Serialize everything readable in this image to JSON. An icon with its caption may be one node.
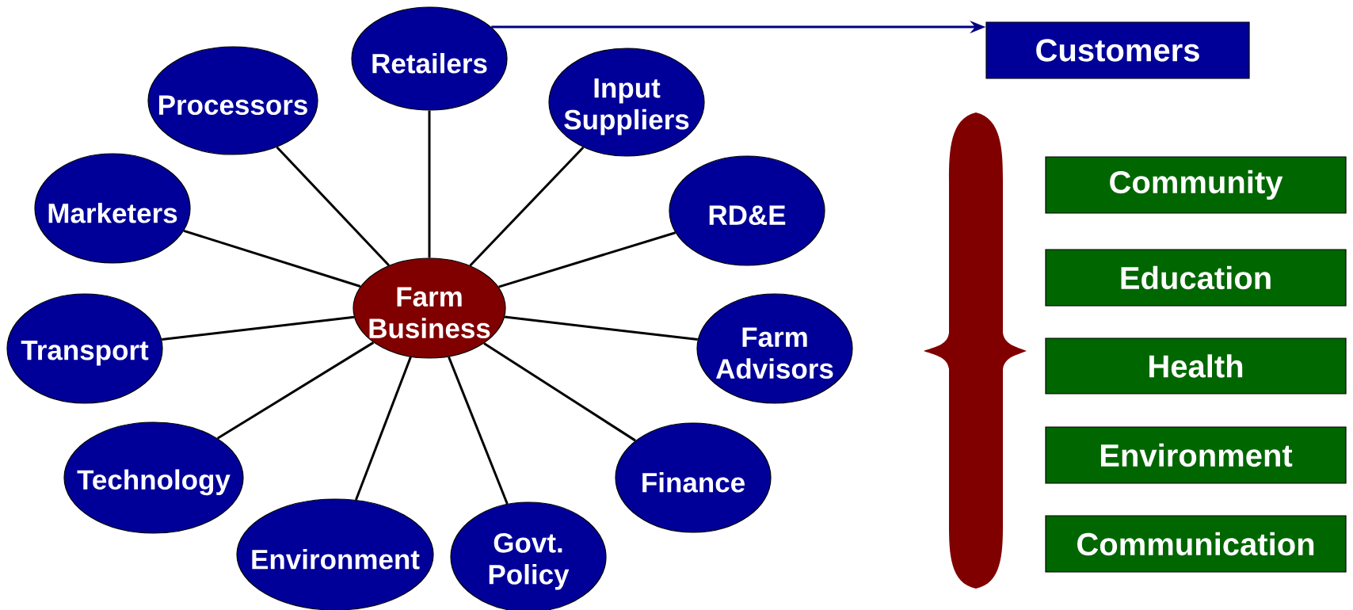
{
  "diagram": {
    "nodes": [
      {
        "text": [
          "Retailers"
        ]
      },
      {
        "text": [
          "Processors"
        ]
      },
      {
        "text": [
          "Input Suppliers"
        ]
      },
      {
        "text": [
          "Marketers"
        ]
      },
      {
        "text": [
          "RD&E"
        ]
      },
      {
        "text": [
          "Farm Business"
        ]
      },
      {
        "text": [
          "Transport"
        ]
      },
      {
        "text": [
          "Farm Advisors"
        ]
      },
      {
        "text": [
          "Technology"
        ]
      },
      {
        "text": [
          "Finance"
        ]
      },
      {
        "text": [
          "Environment"
        ]
      },
      {
        "text": [
          "Govt. Policy"
        ]
      },
      {
        "text": [
          "Customers"
        ]
      },
      {
        "text": [
          "Community"
        ]
      },
      {
        "text": [
          "Education"
        ]
      },
      {
        "text": [
          "Health"
        ]
      },
      {
        "text": [
          "Environment"
        ]
      },
      {
        "text": [
          "Communication"
        ]
      },
      {
        "text": [],
        "shape": "brace"
      }
    ],
    "edges": [
      {
        "from": 5,
        "to": 0,
        "arrow": "none"
      },
      {
        "from": 5,
        "to": 1,
        "arrow": "none"
      },
      {
        "from": 5,
        "to": 2,
        "arrow": "none"
      },
      {
        "from": 5,
        "to": 3,
        "arrow": "none"
      },
      {
        "from": 5,
        "to": 4,
        "arrow": "none"
      },
      {
        "from": 5,
        "to": 6,
        "arrow": "none"
      },
      {
        "from": 5,
        "to": 7,
        "arrow": "none"
      },
      {
        "from": 5,
        "to": 8,
        "arrow": "none"
      },
      {
        "from": 5,
        "to": 9,
        "arrow": "none"
      },
      {
        "from": 5,
        "to": 10,
        "arrow": "none"
      },
      {
        "from": 5,
        "to": 11,
        "arrow": "none"
      },
      {
        "from": 0,
        "to": 12,
        "arrow": "to",
        "color": "#000080"
      }
    ]
  }
}
